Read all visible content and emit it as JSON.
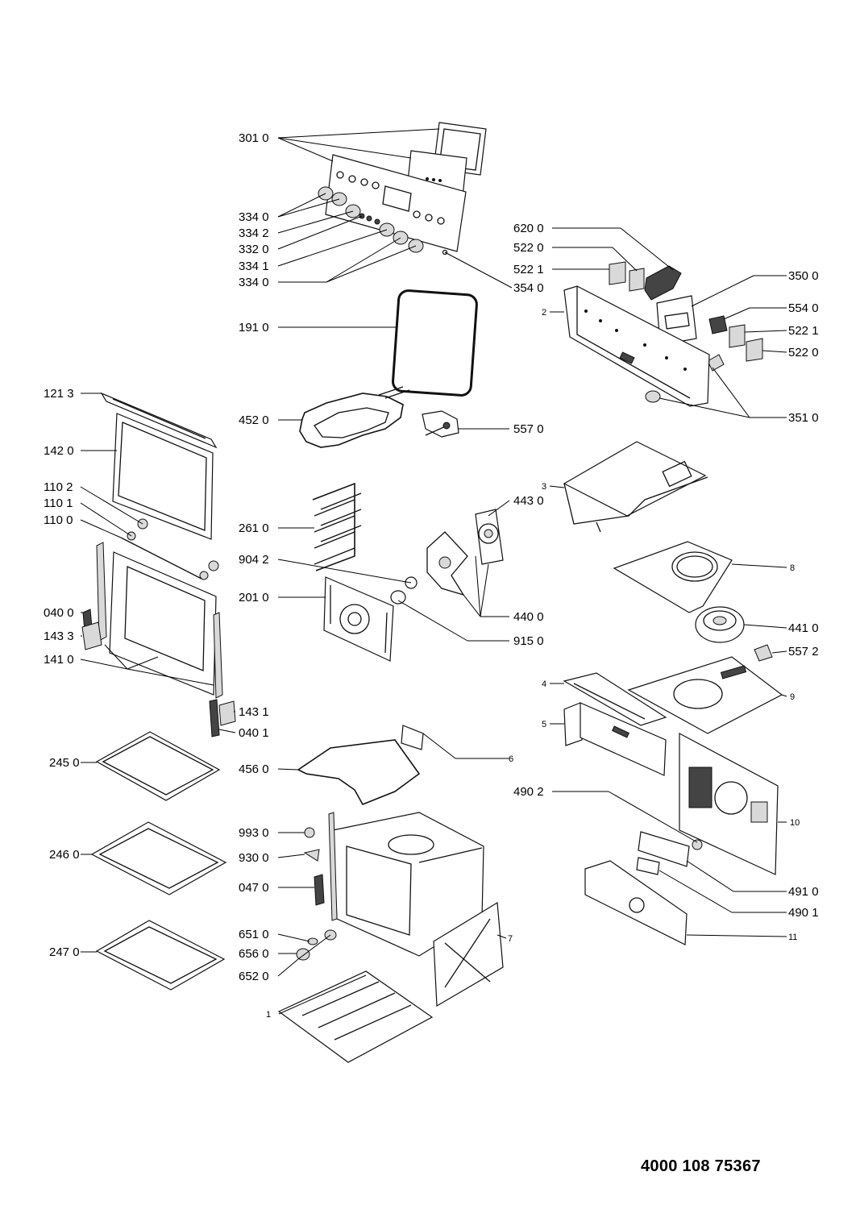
{
  "document_number": "4000 108 75367",
  "callouts": [
    {
      "id": "c3010",
      "text": "301 0"
    },
    {
      "id": "c3340a",
      "text": "334 0"
    },
    {
      "id": "c3342",
      "text": "334 2"
    },
    {
      "id": "c3320",
      "text": "332 0"
    },
    {
      "id": "c3341",
      "text": "334 1"
    },
    {
      "id": "c3340b",
      "text": "334 0"
    },
    {
      "id": "c3540",
      "text": "354 0"
    },
    {
      "id": "c6200",
      "text": "620 0"
    },
    {
      "id": "c5220a",
      "text": "522 0"
    },
    {
      "id": "c5221a",
      "text": "522 1"
    },
    {
      "id": "c3500",
      "text": "350 0"
    },
    {
      "id": "c2",
      "text": "2"
    },
    {
      "id": "c5540",
      "text": "554 0"
    },
    {
      "id": "c5221b",
      "text": "522 1"
    },
    {
      "id": "c5220b",
      "text": "522 0"
    },
    {
      "id": "c1910",
      "text": "191 0"
    },
    {
      "id": "c1213",
      "text": "121 3"
    },
    {
      "id": "c3510",
      "text": "351 0"
    },
    {
      "id": "c4520",
      "text": "452 0"
    },
    {
      "id": "c5570",
      "text": "557 0"
    },
    {
      "id": "c1420",
      "text": "142 0"
    },
    {
      "id": "c3",
      "text": "3"
    },
    {
      "id": "c1102",
      "text": "110 2"
    },
    {
      "id": "c1101",
      "text": "110 1"
    },
    {
      "id": "c4430",
      "text": "443 0"
    },
    {
      "id": "c1100",
      "text": "110 0"
    },
    {
      "id": "c2610",
      "text": "261 0"
    },
    {
      "id": "c9042",
      "text": "904 2"
    },
    {
      "id": "c8",
      "text": "8"
    },
    {
      "id": "c2010",
      "text": "201 0"
    },
    {
      "id": "c0400",
      "text": "040 0"
    },
    {
      "id": "c4400",
      "text": "440 0"
    },
    {
      "id": "c4410",
      "text": "441 0"
    },
    {
      "id": "c1433",
      "text": "143 3"
    },
    {
      "id": "c9150",
      "text": "915 0"
    },
    {
      "id": "c5572",
      "text": "557 2"
    },
    {
      "id": "c1410",
      "text": "141 0"
    },
    {
      "id": "c4",
      "text": "4"
    },
    {
      "id": "c9",
      "text": "9"
    },
    {
      "id": "c1431",
      "text": "143 1"
    },
    {
      "id": "c0401",
      "text": "040 1"
    },
    {
      "id": "c5",
      "text": "5"
    },
    {
      "id": "c2450",
      "text": "245 0"
    },
    {
      "id": "c6",
      "text": "6"
    },
    {
      "id": "c4560",
      "text": "456 0"
    },
    {
      "id": "c4902",
      "text": "490 2"
    },
    {
      "id": "c10",
      "text": "10"
    },
    {
      "id": "c9930",
      "text": "993 0"
    },
    {
      "id": "c2460",
      "text": "246 0"
    },
    {
      "id": "c9300",
      "text": "930 0"
    },
    {
      "id": "c0470",
      "text": "047 0"
    },
    {
      "id": "c4910",
      "text": "491 0"
    },
    {
      "id": "c4901",
      "text": "490 1"
    },
    {
      "id": "c6510",
      "text": "651 0"
    },
    {
      "id": "c11",
      "text": "11"
    },
    {
      "id": "c2470",
      "text": "247 0"
    },
    {
      "id": "c6560",
      "text": "656 0"
    },
    {
      "id": "c7",
      "text": "7"
    },
    {
      "id": "c6520",
      "text": "652 0"
    },
    {
      "id": "c1",
      "text": "1"
    }
  ]
}
